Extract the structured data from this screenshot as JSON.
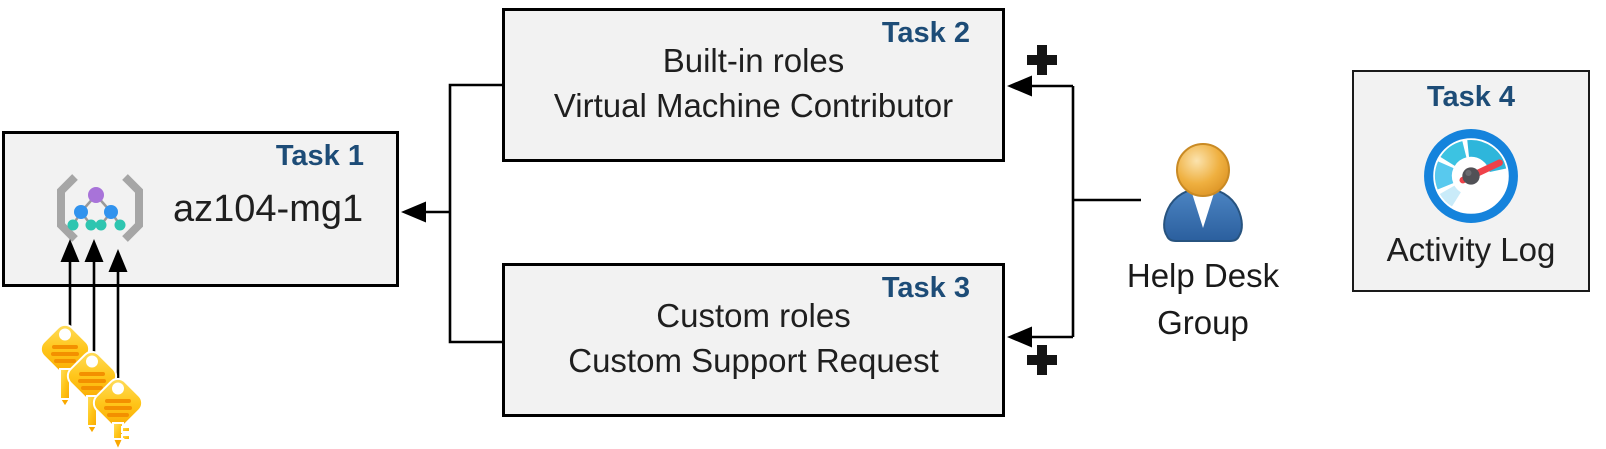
{
  "boxes": {
    "task1": {
      "tag": "Task 1",
      "title": "az104-mg1",
      "icon": "management-group-icon"
    },
    "task2": {
      "tag": "Task 2",
      "line1": "Built-in roles",
      "line2": "Virtual Machine Contributor"
    },
    "task3": {
      "tag": "Task 3",
      "line1": "Custom roles",
      "line2": "Custom Support Request"
    },
    "task4": {
      "tag": "Task 4",
      "caption": "Activity Log",
      "icon": "activity-log-gauge-icon"
    }
  },
  "actors": {
    "help_desk_group": {
      "line1": "Help Desk",
      "line2": "Group",
      "icon": "user-icon"
    }
  },
  "symbols": {
    "plus": "+",
    "keys_icon": "keys-icon",
    "key_count": 3
  },
  "colors": {
    "task_tag_blue": "#1d4c77",
    "box_fill": "#f2f2f2",
    "box_border": "#000000",
    "body_text": "#1f1f1f",
    "connector": "#000000",
    "key_gold": "#ffc61a",
    "key_stripe": "#f39000",
    "person_body_blue": "#3673b4",
    "person_head_gold": "#e8a63c",
    "gauge_ring_blue": "#1583dc",
    "gauge_needle_red": "#ef4149",
    "gauge_hub_gray": "#515156",
    "mg_purple": "#a873d9",
    "mg_blue": "#3193ee",
    "mg_teal": "#2ec5b0",
    "mg_bracket_gray": "#a6a6a6"
  }
}
